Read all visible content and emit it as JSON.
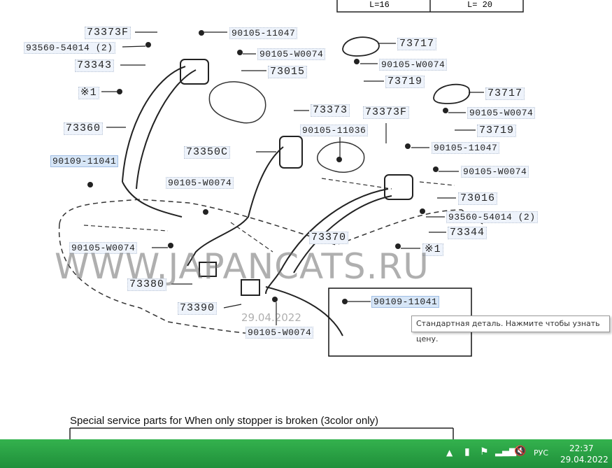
{
  "diagram": {
    "parts": [
      {
        "id": "p1",
        "label": "73373F"
      },
      {
        "id": "p2",
        "label": "90105-11047"
      },
      {
        "id": "p3",
        "label": "93560-54014 (2)"
      },
      {
        "id": "p4",
        "label": "90105-W0074"
      },
      {
        "id": "p5",
        "label": "73343"
      },
      {
        "id": "p6",
        "label": "73015"
      },
      {
        "id": "p7",
        "label": "※1"
      },
      {
        "id": "p8",
        "label": "73717"
      },
      {
        "id": "p9",
        "label": "90105-W0074"
      },
      {
        "id": "p10",
        "label": "73719"
      },
      {
        "id": "p11",
        "label": "73717"
      },
      {
        "id": "p12",
        "label": "73360"
      },
      {
        "id": "p13",
        "label": "73373"
      },
      {
        "id": "p14",
        "label": "73373F"
      },
      {
        "id": "p15",
        "label": "90105-W0074"
      },
      {
        "id": "p16",
        "label": "90105-11036"
      },
      {
        "id": "p17",
        "label": "73719"
      },
      {
        "id": "p18",
        "label": "90109-11041"
      },
      {
        "id": "p19",
        "label": "73350C"
      },
      {
        "id": "p20",
        "label": "90105-11047"
      },
      {
        "id": "p21",
        "label": "90105-W0074"
      },
      {
        "id": "p22",
        "label": "90105-W0074"
      },
      {
        "id": "p23",
        "label": "73016"
      },
      {
        "id": "p24",
        "label": "93560-54014 (2)"
      },
      {
        "id": "p25",
        "label": "73370"
      },
      {
        "id": "p26",
        "label": "73344"
      },
      {
        "id": "p27",
        "label": "90105-W0074"
      },
      {
        "id": "p28",
        "label": "※1"
      },
      {
        "id": "p29",
        "label": "73380"
      },
      {
        "id": "p30",
        "label": "90109-11041"
      },
      {
        "id": "p31",
        "label": "73390"
      },
      {
        "id": "p32",
        "label": "90105-W0074"
      }
    ],
    "top_table": {
      "left": "L=16",
      "right": "L= 20"
    },
    "watermark": "WWW.JAPANCATS.RU",
    "watermark_date": "29.04.2022",
    "footer_title": "Special service parts for When only stopper is broken (3color only)"
  },
  "tooltip": {
    "text": "Стандартная деталь. Нажмите чтобы узнать цену."
  },
  "taskbar": {
    "lang": "РУС",
    "time": "22:37",
    "date": "29.04.2022"
  }
}
